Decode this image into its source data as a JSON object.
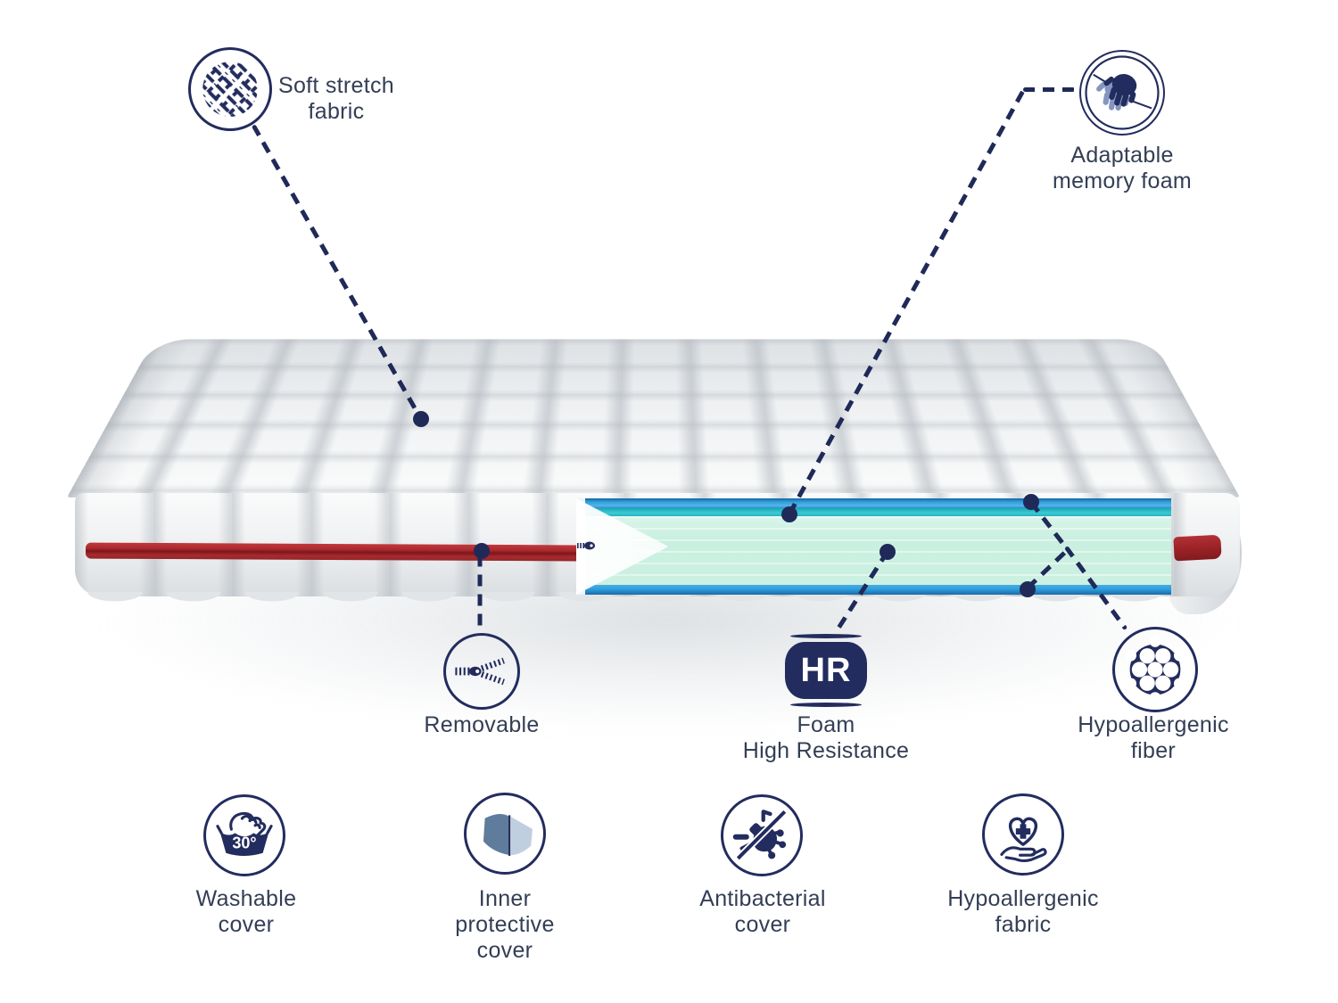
{
  "product": {
    "type": "mattress-features-infographic"
  },
  "colors": {
    "navy": "#232c5e",
    "label_text": "#333e55",
    "zipper_red": "#a8292e",
    "layer_blue": "#2f9edc",
    "layer_teal": "#27bac7",
    "layer_mint": "#cbf0e2",
    "icon_steel_blue": "#5f7c9c",
    "icon_light_blue": "#c0cfe0"
  },
  "callouts": {
    "soft_stretch_fabric": {
      "label": "Soft stretch\nfabric",
      "icon": "fabric-weave-icon"
    },
    "adaptable_memory_foam": {
      "label": "Adaptable\nmemory foam",
      "icon": "hand-press-icon"
    },
    "removable": {
      "label": "Removable",
      "icon": "zipper-icon"
    },
    "foam_high_resistance": {
      "label": "Foam\nHigh Resistance",
      "badge": "HR",
      "icon": "hr-foam-badge"
    },
    "hypoallergenic_fiber": {
      "label": "Hypoallergenic\nfiber",
      "icon": "fiber-cross-section-icon"
    },
    "washable_cover": {
      "label": "Washable\ncover",
      "badge": "30°",
      "icon": "hand-wash-30-icon"
    },
    "inner_protective_cover": {
      "label": "Inner\nprotective\ncover",
      "icon": "inner-cover-icon"
    },
    "antibacterial_cover": {
      "label": "Antibacterial\ncover",
      "icon": "no-bacteria-icon"
    },
    "hypoallergenic_fabric": {
      "label": "Hypoallergenic\nfabric",
      "icon": "heart-in-hand-icon"
    }
  }
}
